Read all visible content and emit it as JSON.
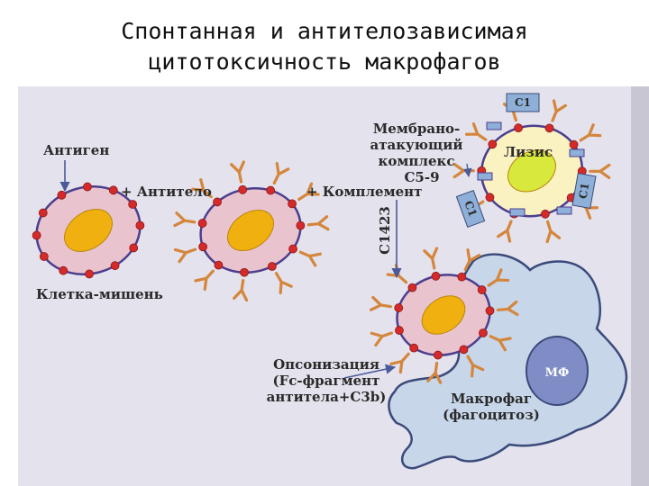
{
  "slide": {
    "title_line1": "Спонтанная и антителозависимая",
    "title_line2": "цитотоксичность макрофагов"
  },
  "diagram": {
    "antigen": "Антиген",
    "plus_antibody": "+ Антитело",
    "plus_complement": "+ Комплемент",
    "target_cell": "Клетка-мишень",
    "mac_line1": "Мембрано-",
    "mac_line2": "атакующий",
    "mac_line3": "комплекс",
    "mac_line4": "C5-9",
    "lysis": "Лизис",
    "c1": "C1",
    "c1423": "C1423",
    "opson_line1": "Опсонизация",
    "opson_line2": "(Fc-фрагмент",
    "opson_line3": "антитела+C3b)",
    "mf": "МФ",
    "macro_line1": "Макрофаг",
    "macro_line2": "(фагоцитоз)"
  },
  "colors": {
    "panel": "#e4e2ec",
    "cell_fill": "#e9c4cf",
    "cell_border": "#4c3e8e",
    "nucleus": "#f0b010",
    "antigen_dot": "#d42a2a",
    "antibody": "#d4863c",
    "complement_fill": "#8eb0d8",
    "lysis_cell": "#fbf2c2",
    "lysis_nucleus": "#d8e83c",
    "macrophage": "#c8d6ea",
    "macrophage_border": "#3a4a7a",
    "arrow": "#4a5a9a"
  },
  "icons": [
    "antigen-dot-icon",
    "antibody-y-icon",
    "complement-icon",
    "arrow-icon"
  ]
}
